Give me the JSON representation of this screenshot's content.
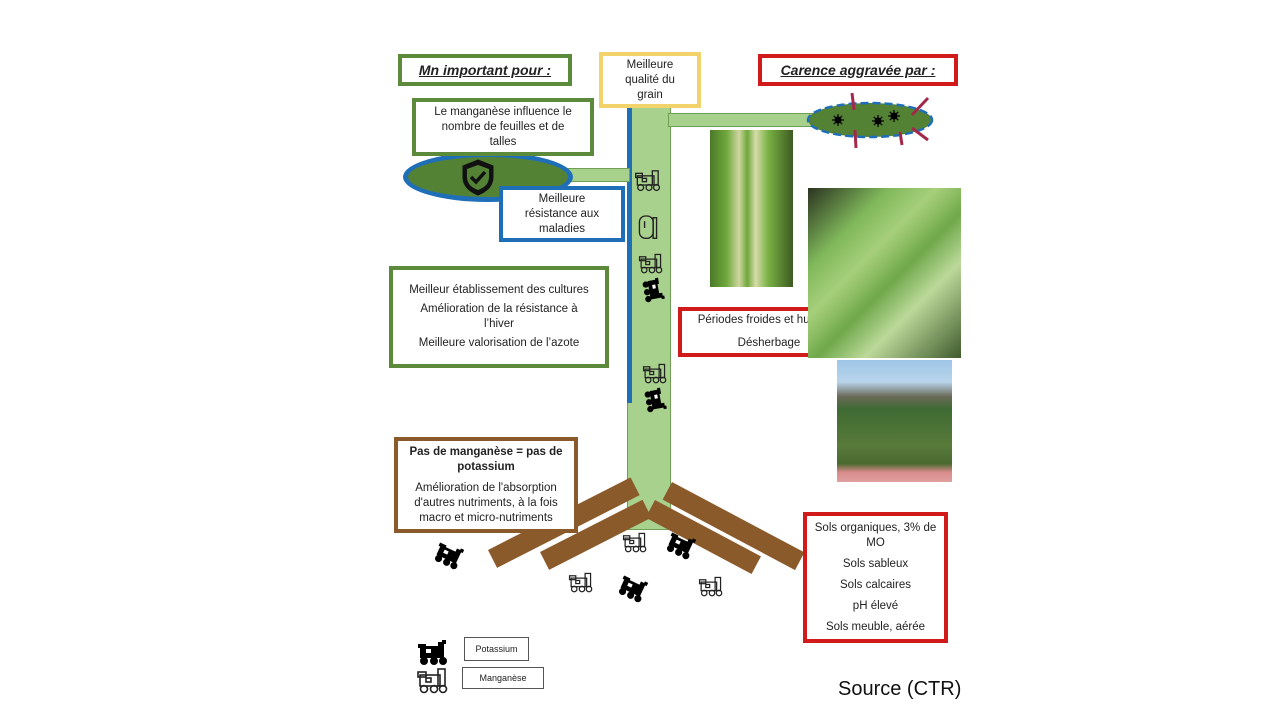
{
  "diagram": {
    "header_left": "Mn important pour :",
    "header_right": "Carence aggravée par :",
    "grain_box": [
      "Meilleure",
      "qualité du",
      "grain"
    ],
    "leaves_box": [
      "Le manganèse influence le",
      "nombre de feuilles et de",
      "talles"
    ],
    "disease_box": [
      "Meilleure",
      "résistance aux",
      "maladies"
    ],
    "benefits_box": [
      "Meilleur établissement des cultures",
      "Amélioration de la résistance à l’hiver",
      "Meilleure valorisation de l’azote"
    ],
    "conditions_box": [
      "Périodes froides et humides",
      "Désherbage"
    ],
    "potassium_box": {
      "title": "Pas de manganèse = pas de potassium",
      "text": "Amélioration de l'absorption d'autres nutriments, à la fois macro et micro-nutriments"
    },
    "soils_box": [
      "Sols organiques, 3% de MO",
      "Sols sableux",
      "Sols calcaires",
      "pH élevé",
      "Sols meuble, aérée"
    ],
    "legend": [
      {
        "icon": "train-filled-icon",
        "label": "Potassium"
      },
      {
        "icon": "train-outline-icon",
        "label": "Manganèse"
      }
    ],
    "source": "Source (CTR)"
  },
  "colors": {
    "green_border": "#5a8a3a",
    "blue_border": "#1f6fb8",
    "yellow_border": "#f2d26a",
    "red_border": "#d11a1a",
    "brown": "#8b5a2b",
    "stem": "#a9d18e",
    "leaf_dark": "#548235"
  }
}
